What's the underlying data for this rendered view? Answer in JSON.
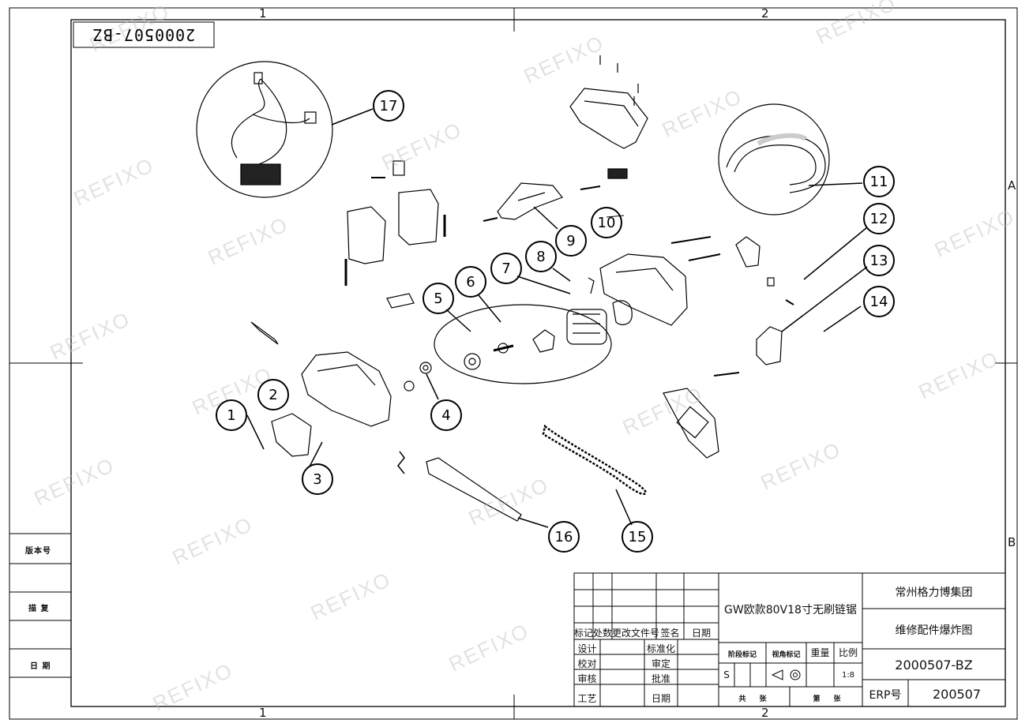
{
  "drawing_number_rotated": "2000507-BZ",
  "zones": {
    "top_1": "1",
    "top_2": "2",
    "bottom_1": "1",
    "bottom_2": "2",
    "right_a": "A",
    "right_b": "B"
  },
  "side_table": {
    "version": "版本号",
    "trace": "描 复",
    "date": "日 期"
  },
  "callouts": [
    "1",
    "2",
    "3",
    "4",
    "5",
    "6",
    "7",
    "8",
    "9",
    "10",
    "11",
    "12",
    "13",
    "14",
    "15",
    "16",
    "17"
  ],
  "watermark": "REFIXO",
  "title_block": {
    "company": "常州格力博集团",
    "product": "GW欧款80V18寸无刷链锯",
    "drawing_title": "维修配件爆炸图",
    "drawing_number": "2000507-BZ",
    "erp_label": "ERP号",
    "erp_value": "200507",
    "rev_headers": [
      "标记",
      "处数",
      "更改文件号",
      "签名",
      "日期"
    ],
    "design": "设计",
    "check": "校对",
    "review": "审核",
    "process": "工艺",
    "standard": "标准化",
    "examine": "审定",
    "approve": "批准",
    "sign_date": "日期",
    "stage_mark": "阶段标记",
    "view_mark": "视角标记",
    "weight": "重量",
    "scale": "比例",
    "stage_value": "S",
    "scale_value": "1:8",
    "total": "共",
    "sheet_unit_1": "张",
    "page": "第",
    "sheet_unit_2": "张"
  }
}
